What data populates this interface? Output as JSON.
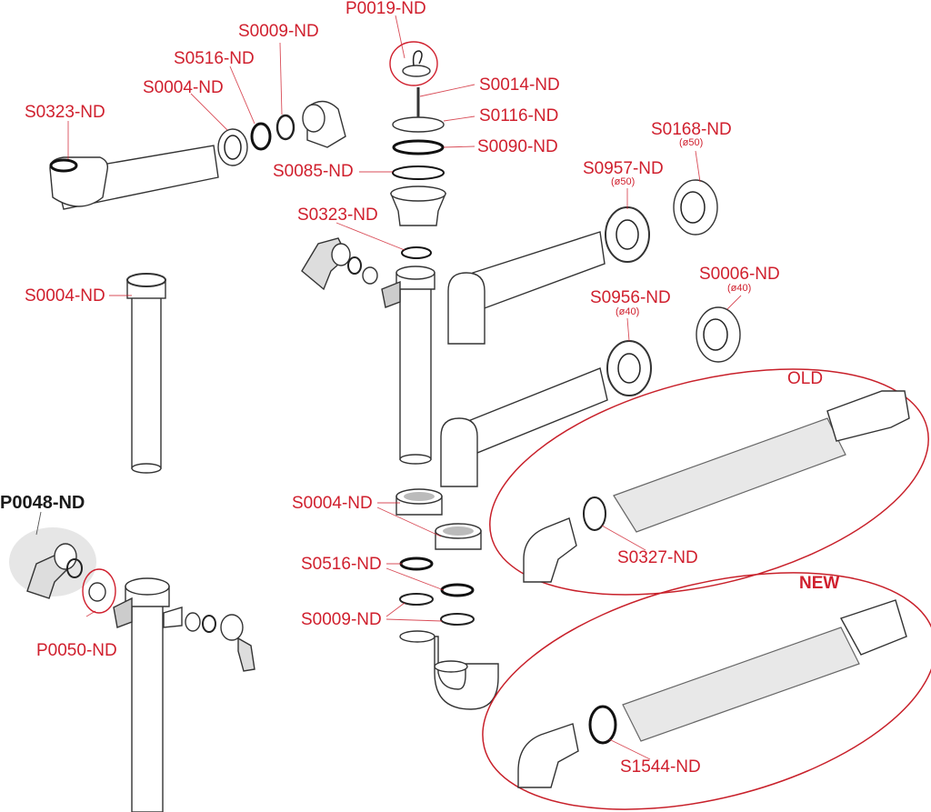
{
  "diagram": {
    "title": "Sink siphon exploded parts diagram",
    "accent_color": "#d0202e",
    "labels": {
      "p0019": "P0019-ND",
      "s0009_top": "S0009-ND",
      "s0516_top": "S0516-ND",
      "s0004_top": "S0004-ND",
      "s0323_left": "S0323-ND",
      "s0014": "S0014-ND",
      "s0116": "S0116-ND",
      "s0090": "S0090-ND",
      "s0085": "S0085-ND",
      "s0168": "S0168-ND",
      "s0168_size": "(ø50)",
      "s0957": "S0957-ND",
      "s0957_size": "(ø50)",
      "s0323_mid": "S0323-ND",
      "s0006": "S0006-ND",
      "s0006_size": "(ø40)",
      "s0004_left": "S0004-ND",
      "s0956": "S0956-ND",
      "s0956_size": "(ø40)",
      "p0048": "P0048-ND",
      "s0004_bottom": "S0004-ND",
      "s0516_bottom": "S0516-ND",
      "s0009_bottom": "S0009-ND",
      "p0050": "P0050-ND",
      "s0327": "S0327-ND",
      "s1544": "S1544-ND"
    },
    "groups": {
      "old": "OLD",
      "new": "NEW"
    }
  }
}
